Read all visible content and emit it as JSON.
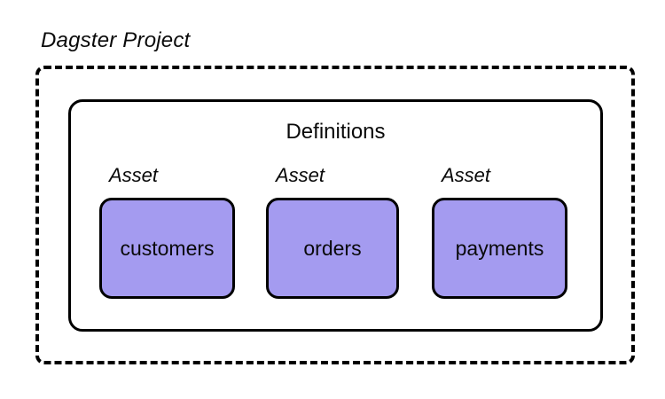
{
  "diagram": {
    "title": "Dagster Project",
    "definitions_label": "Definitions",
    "assets": [
      {
        "type_label": "Asset",
        "name": "customers"
      },
      {
        "type_label": "Asset",
        "name": "orders"
      },
      {
        "type_label": "Asset",
        "name": "payments"
      }
    ],
    "colors": {
      "asset_fill": "#A49BF0",
      "border": "#000000",
      "background": "#FFFFFF"
    }
  }
}
